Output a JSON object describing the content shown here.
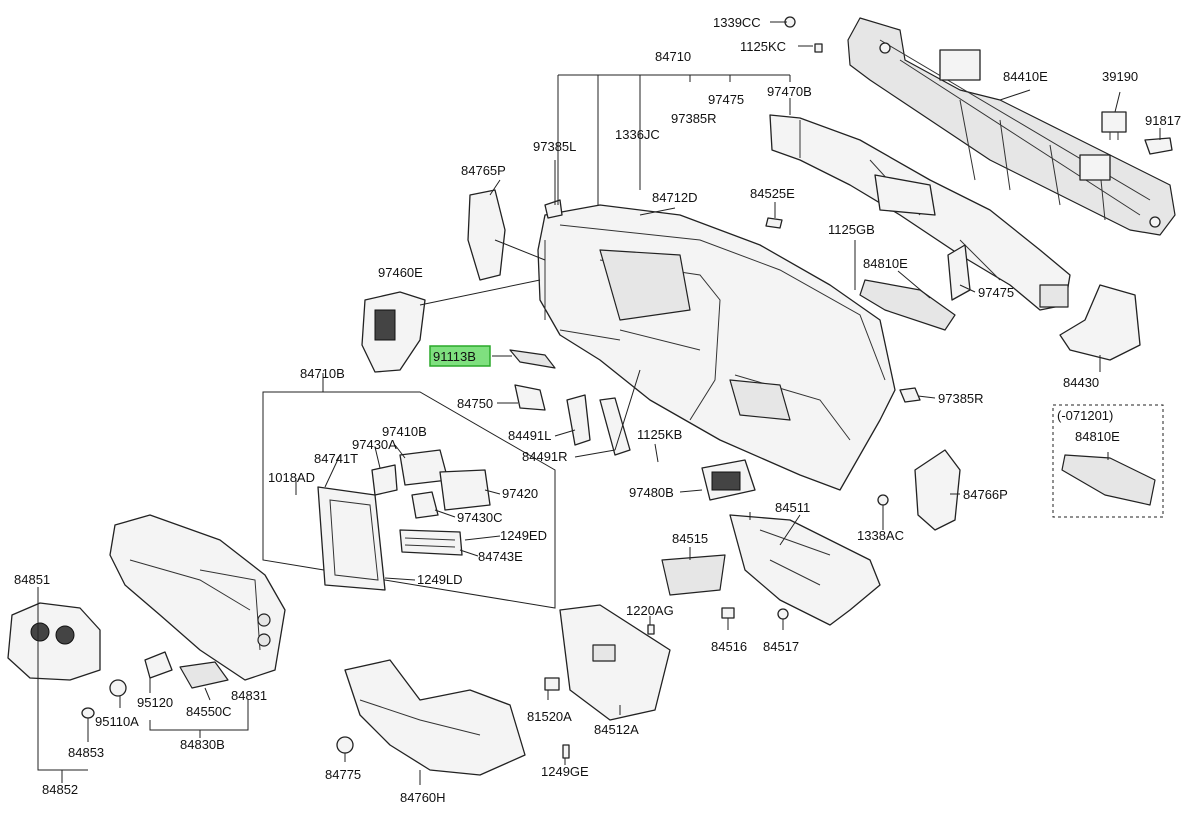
{
  "labels": {
    "l1339CC": "1339CC",
    "l1125KC": "1125KC",
    "l84710": "84710",
    "l84410E": "84410E",
    "l39190": "39190",
    "l91817": "91817",
    "l97475a": "97475",
    "l97385R_top": "97385R",
    "l97470B": "97470B",
    "l1336JC": "1336JC",
    "l97385L": "97385L",
    "l84765P": "84765P",
    "l84712D": "84712D",
    "l84525E": "84525E",
    "l1125GB": "1125GB",
    "l84810E_a": "84810E",
    "l97475b": "97475",
    "l97460E": "97460E",
    "l91113B": "91113B",
    "l84430": "84430",
    "l84710B": "84710B",
    "l84750": "84750",
    "l97385R": "97385R",
    "l071201": "(-071201)",
    "l84810E_b": "84810E",
    "l97410B": "97410B",
    "l84491L": "84491L",
    "l1125KB": "1125KB",
    "l97430A": "97430A",
    "l84741T": "84741T",
    "l84491R": "84491R",
    "l1018AD": "1018AD",
    "l97420": "97420",
    "l97480B": "97480B",
    "l84766P": "84766P",
    "l97430C": "97430C",
    "l1249ED": "1249ED",
    "l84511": "84511",
    "l84743E": "84743E",
    "l1338AC": "1338AC",
    "l84515": "84515",
    "l1249LD": "1249LD",
    "l84851": "84851",
    "l1220AG": "1220AG",
    "l84516": "84516",
    "l84517": "84517",
    "l95120": "95120",
    "l84831": "84831",
    "l95110A": "95110A",
    "l84550C": "84550C",
    "l81520A": "81520A",
    "l84512A": "84512A",
    "l84853": "84853",
    "l84830B": "84830B",
    "l84775": "84775",
    "l1249GE": "1249GE",
    "l84852": "84852",
    "l84760H": "84760H"
  },
  "highlight_color": "#7fe07f"
}
